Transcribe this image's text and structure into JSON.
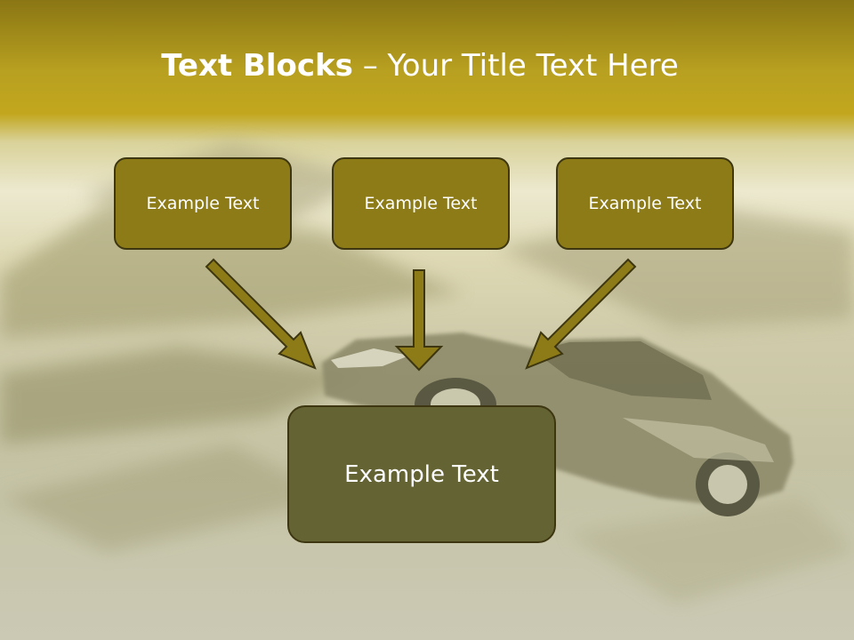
{
  "slide": {
    "title_bold": "Text Blocks",
    "title_separator": " – ",
    "title_rest": "Your Title Text Here",
    "boxes": {
      "left": "Example Text",
      "center": "Example Text",
      "right": "Example Text",
      "bottom": "Example Text"
    }
  },
  "colors": {
    "header_olive": "#b8a020",
    "box_fill": "#8c7b17",
    "box_border": "#3d3610",
    "bottom_box_fill": "#646333",
    "arrow_fill": "#8c7b17"
  },
  "background_picture": "speeding car on motion-blurred road"
}
